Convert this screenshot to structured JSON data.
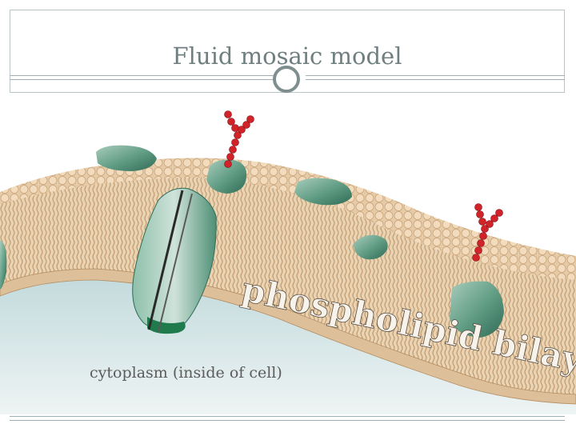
{
  "slide": {
    "title": "Fluid mosaic model"
  },
  "diagram": {
    "labels": {
      "bilayer": "phospholipid bilayer",
      "cytoplasm": "cytoplasm (inside of cell)"
    },
    "structures": [
      "phospholipid-bilayer",
      "transmembrane-channel-protein",
      "peripheral-protein",
      "glycoprotein",
      "cytoplasm"
    ]
  },
  "colors": {
    "title_text": "#6f7f80",
    "frame": "#b9c6c8",
    "lipid_head": "#e3c49f",
    "lipid_tail": "#c9a57b",
    "protein": "#5e9a82",
    "carbohydrate_chain": "#d2232a",
    "cytoplasm": "#c6dcdd"
  }
}
